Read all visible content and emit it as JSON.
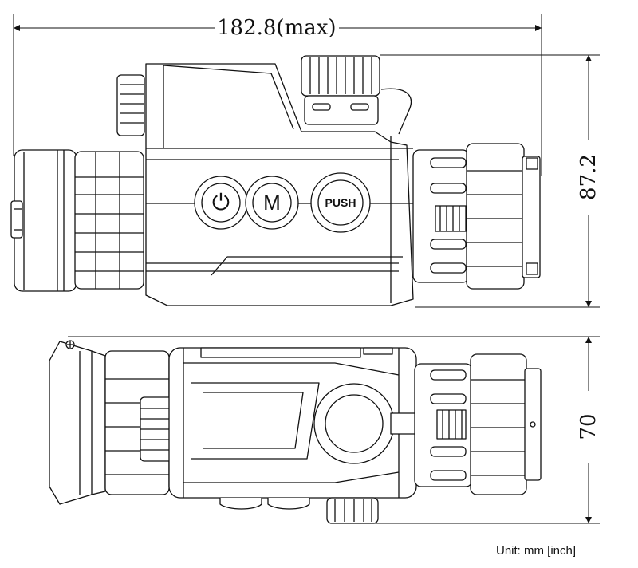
{
  "dimensions": {
    "overall_length": "182.8(max)",
    "height": "87.2",
    "width": "70"
  },
  "buttons": {
    "power_symbol": "⏻",
    "menu_label": "M",
    "push_label": "PUSH"
  },
  "units_note": "Unit: mm [inch]"
}
